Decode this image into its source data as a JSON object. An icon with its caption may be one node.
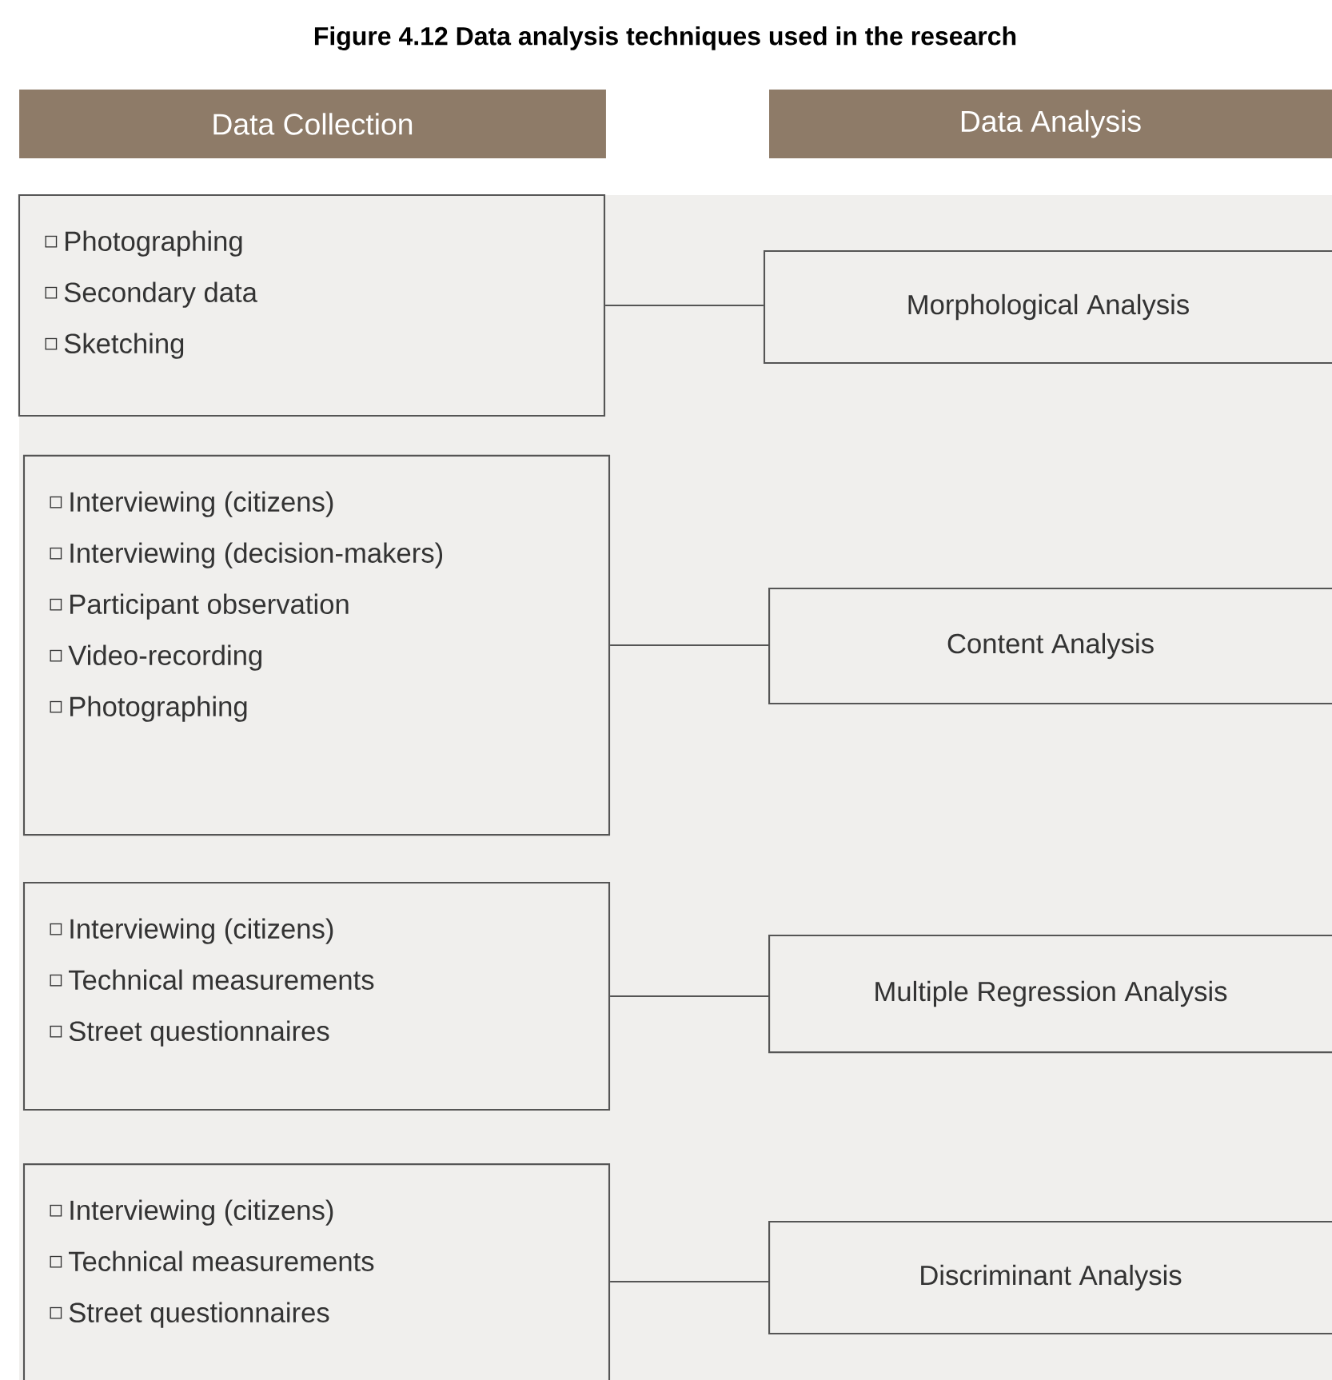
{
  "diagram": {
    "title": "Figure 4.12 Data analysis techniques used in the research",
    "nodes": [
      {
        "text": [
          "Data Collection"
        ]
      },
      {
        "text": [
          "Data Analysis"
        ]
      },
      {
        "text": [
          "Photographing",
          "Secondary data",
          "Sketching"
        ]
      },
      {
        "text": [
          "Morphological Analysis"
        ]
      },
      {
        "text": [
          "Interviewing (citizens)",
          "Interviewing (decision-makers)",
          "Participant observation",
          "Video-recording",
          "Photographing"
        ]
      },
      {
        "text": [
          "Content Analysis"
        ]
      },
      {
        "text": [
          "Interviewing (citizens)",
          "Technical measurements",
          "Street questionnaires"
        ]
      },
      {
        "text": [
          "Multiple Regression Analysis"
        ]
      },
      {
        "text": [
          "Interviewing (citizens)",
          "Technical measurements",
          "Street questionnaires"
        ]
      },
      {
        "text": [
          "Discriminant Analysis"
        ]
      }
    ],
    "edges": [
      {
        "from": 2,
        "to": 3,
        "arrow": "none"
      },
      {
        "from": 4,
        "to": 5,
        "arrow": "none"
      },
      {
        "from": 6,
        "to": 7,
        "arrow": "none"
      },
      {
        "from": 8,
        "to": 9,
        "arrow": "none"
      }
    ]
  }
}
